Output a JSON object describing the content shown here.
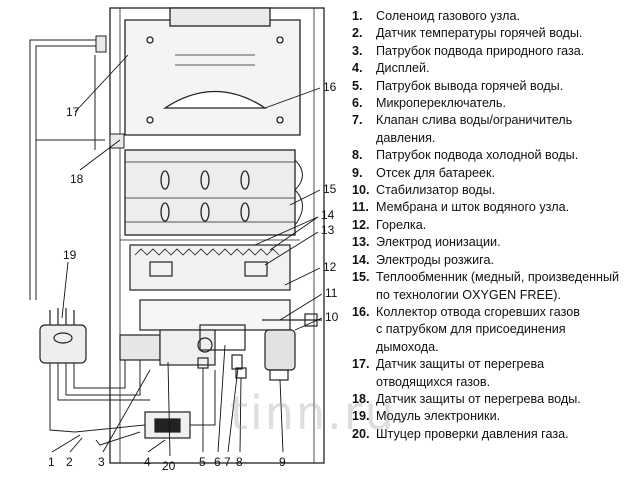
{
  "watermark": "tinn.ru",
  "callouts": [
    "1",
    "2",
    "3",
    "4",
    "5",
    "6",
    "7",
    "8",
    "9",
    "10",
    "11",
    "12",
    "13",
    "14",
    "15",
    "16",
    "17",
    "18",
    "19",
    "20"
  ],
  "legend": [
    {
      "num": "1.",
      "text": "Соленоид газового узла."
    },
    {
      "num": "2.",
      "text": "Датчик температуры горячей воды."
    },
    {
      "num": "3.",
      "text": "Патрубок подвода природного газа."
    },
    {
      "num": "4.",
      "text": "Дисплей."
    },
    {
      "num": "5.",
      "text": "Патрубок вывода горячей воды."
    },
    {
      "num": "6.",
      "text": "Микропереключатель."
    },
    {
      "num": "7.",
      "text": "Клапан слива воды/ограничитель\nдавления."
    },
    {
      "num": "8.",
      "text": "Патрубок подвода холодной воды."
    },
    {
      "num": "9.",
      "text": "Отсек для батареек."
    },
    {
      "num": "10.",
      "text": "Стабилизатор воды."
    },
    {
      "num": "11.",
      "text": "Мембрана и шток водяного узла."
    },
    {
      "num": "12.",
      "text": "Горелка."
    },
    {
      "num": "13.",
      "text": "Электрод ионизации."
    },
    {
      "num": "14.",
      "text": "Электроды розжига."
    },
    {
      "num": "15.",
      "text": "Теплообменник (медный, произведенный\nпо технологии OXYGEN FREE)."
    },
    {
      "num": "16.",
      "text": "Коллектор отвода сгоревших газов\nс патрубком для присоединения\nдымохода."
    },
    {
      "num": "17.",
      "text": "Датчик защиты от перегрева\nотводящихся газов."
    },
    {
      "num": "18.",
      "text": "Датчик защиты от перегрева воды."
    },
    {
      "num": "19.",
      "text": "Модуль электроники."
    },
    {
      "num": "20.",
      "text": "Штуцер проверки давления газа."
    }
  ]
}
